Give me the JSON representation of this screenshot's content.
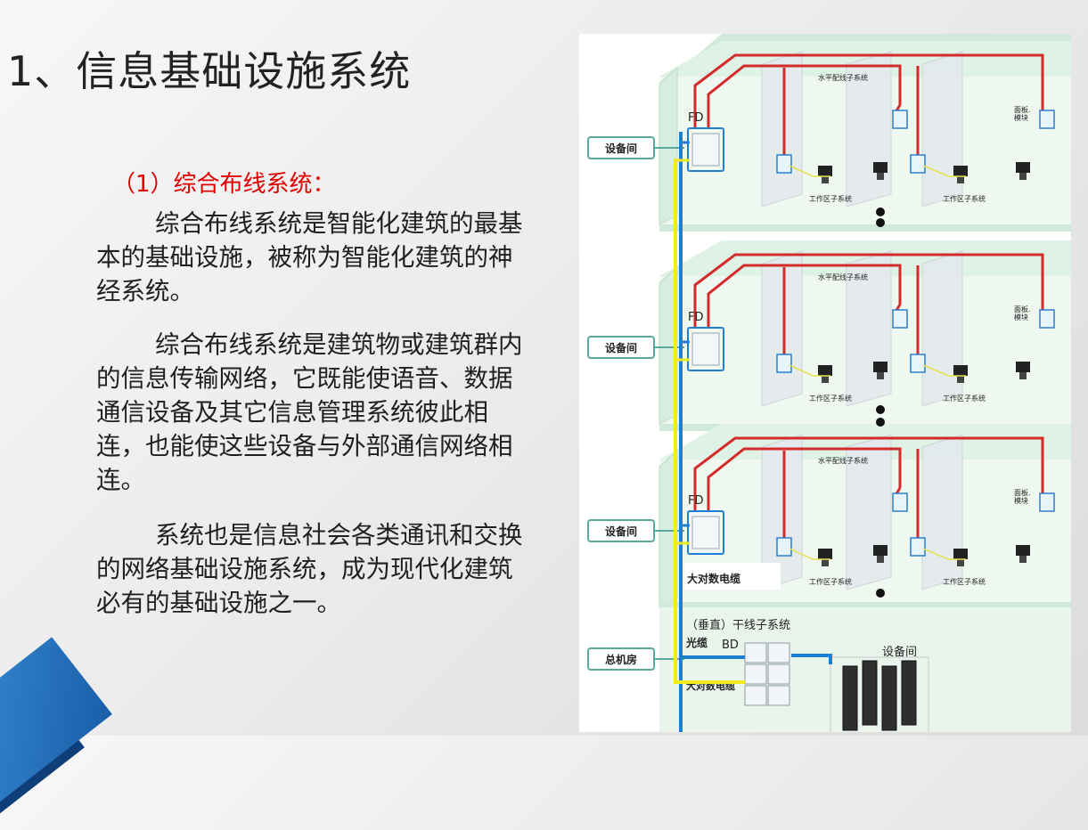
{
  "slide": {
    "title": "1、信息基础设施系统",
    "subtitle": "（1）综合布线系统：",
    "paragraphs": [
      "综合布线系统是智能化建筑的最基本的基础设施，被称为智能化建筑的神经系统。",
      "综合布线系统是建筑物或建筑群内的信息传输网络，它既能使语音、数据通信设备及其它信息管理系统彼此相连，也能使这些设备与外部通信网络相连。",
      "系统也是信息社会各类通讯和交换的网络基础设施系统，成为现代化建筑必有的基础设施之一。"
    ]
  },
  "diagram": {
    "floors": [
      {
        "room": "设备间",
        "fd": "FD",
        "horizontal": "水平配线子系统",
        "panel": "面板.\n模块",
        "work_areas": [
          "工作区子系统",
          "工作区子系统"
        ]
      },
      {
        "room": "设备间",
        "fd": "FD",
        "horizontal": "水平配线子系统",
        "panel": "面板.\n模块",
        "work_areas": [
          "工作区子系统",
          "工作区子系统"
        ]
      },
      {
        "room": "设备间",
        "fd": "FD",
        "horizontal": "水平配线子系统",
        "panel": "面板.\n模块",
        "work_areas": [
          "工作区子系统",
          "工作区子系统"
        ],
        "cable": "大对数电缆"
      }
    ],
    "basement": {
      "room": "总机房",
      "backbone": "（垂直）干线子系统",
      "fiber": "光缆",
      "bd": "BD",
      "equipment_room": "设备间",
      "cable": "大对数电缆"
    },
    "colors": {
      "red_cable": "#d42a2a",
      "yellow_cable": "#f2ea1a",
      "blue_cable": "#1d7fd0",
      "floor_tint": "#cfe9da",
      "wall": "#d6eee0",
      "teal": "#5aa89a"
    }
  }
}
